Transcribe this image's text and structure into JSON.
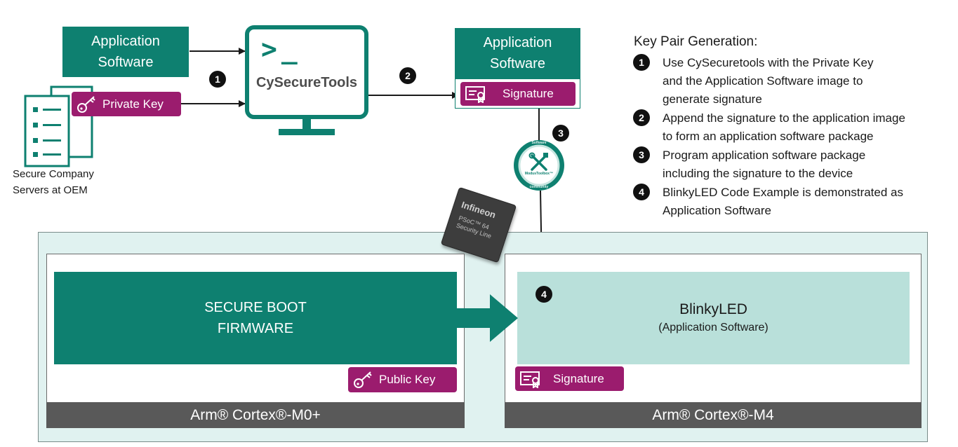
{
  "app_software_left": {
    "line1": "Application",
    "line2": "Software"
  },
  "private_key": {
    "label": "Private Key"
  },
  "servers_caption": {
    "line1": "Secure Company",
    "line2": "Servers at OEM"
  },
  "cysecuretools": {
    "prompt": ">_",
    "label": "CySecureTools"
  },
  "app_software_right": {
    "line1": "Application",
    "line2": "Software"
  },
  "signature_top": {
    "label": "Signature"
  },
  "modustoolbox_badge": {
    "label": "ModusToolbox™",
    "ring_top": "Software",
    "ring_bottom": "community"
  },
  "chip": {
    "brand": "Infineon",
    "line1": "PSoC™ 64",
    "line2": "Security Line"
  },
  "steps": {
    "s1": "1",
    "s2": "2",
    "s3": "3",
    "s4": "4"
  },
  "legend": {
    "title": "Key Pair Generation:",
    "items": [
      {
        "num": "1",
        "lines": [
          "Use CySecuretools with the Private Key",
          "and the Application Software image to",
          "generate signature"
        ]
      },
      {
        "num": "2",
        "lines": [
          "Append the signature to the application image",
          "to form an application software package"
        ]
      },
      {
        "num": "3",
        "lines": [
          "Program application software package",
          "including the signature to the device"
        ]
      },
      {
        "num": "4",
        "lines": [
          "BlinkyLED Code Example is demonstrated as",
          "Application Software"
        ]
      }
    ]
  },
  "secure_boot": {
    "line1": "SECURE BOOT",
    "line2": "FIRMWARE"
  },
  "public_key": {
    "label": "Public Key"
  },
  "core_m0": {
    "label": "Arm® Cortex®-M0+"
  },
  "blinky": {
    "title": "BlinkyLED",
    "subtitle": "(Application Software)"
  },
  "signature_bottom": {
    "label": "Signature"
  },
  "core_m4": {
    "label": "Arm® Cortex®-M4"
  },
  "colors": {
    "teal": "#0e8070",
    "magenta": "#9b1c6e",
    "light_teal": "#b9e0da",
    "device_bg": "#e0f2f0",
    "core_bar": "#595959"
  }
}
